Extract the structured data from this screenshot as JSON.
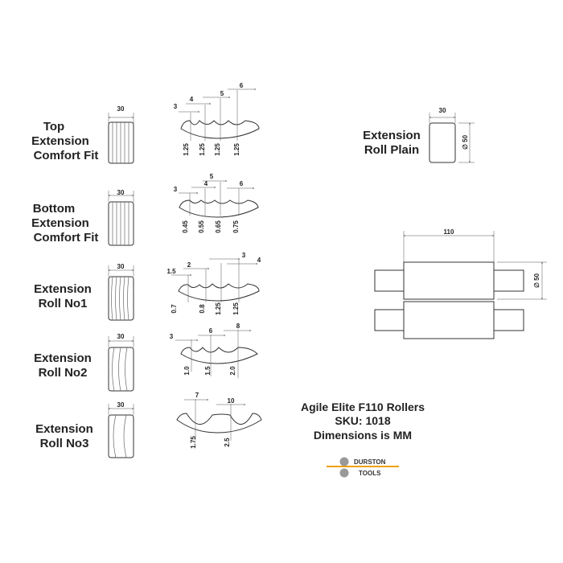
{
  "profiles": [
    {
      "name_lines": [
        "Top",
        "Extension",
        "Comfort Fit"
      ],
      "width_label": "30",
      "top_dims": [
        "3",
        "4",
        "5",
        "6"
      ],
      "depth_dims": [
        "1.25",
        "1.25",
        "1.25",
        "1.25"
      ]
    },
    {
      "name_lines": [
        "Bottom",
        "Extension",
        "Comfort Fit"
      ],
      "width_label": "30",
      "top_dims": [
        "3",
        "4",
        "5",
        "6"
      ],
      "depth_dims": [
        "0.45",
        "0.55",
        "0.65",
        "0.75"
      ]
    },
    {
      "name_lines": [
        "Extension",
        "Roll No1"
      ],
      "width_label": "30",
      "top_dims": [
        "1.5",
        "2",
        "3",
        "4"
      ],
      "depth_dims": [
        "0.7",
        "0.8",
        "1.25",
        "1.25"
      ]
    },
    {
      "name_lines": [
        "Extension",
        "Roll No2"
      ],
      "width_label": "30",
      "top_dims": [
        "3",
        "6",
        "8"
      ],
      "depth_dims": [
        "1.0",
        "1.5",
        "2.0"
      ]
    },
    {
      "name_lines": [
        "Extension",
        "Roll No3"
      ],
      "width_label": "30",
      "top_dims": [
        "7",
        "10"
      ],
      "depth_dims": [
        "1.75",
        "2.5"
      ]
    }
  ],
  "plain_roll": {
    "name_lines": [
      "Extension",
      "Roll Plain"
    ],
    "width_label": "30",
    "diameter_label": "∅ 50"
  },
  "roller_assembly": {
    "length_label": "110",
    "diameter_label": "∅ 50"
  },
  "title_block": {
    "lines": [
      "Agile Elite F110 Rollers",
      "SKU: 1018",
      "Dimensions is MM"
    ]
  },
  "logo": {
    "line1": "DURSTON",
    "line2": "TOOLS",
    "accent_color": "#f0a000"
  }
}
